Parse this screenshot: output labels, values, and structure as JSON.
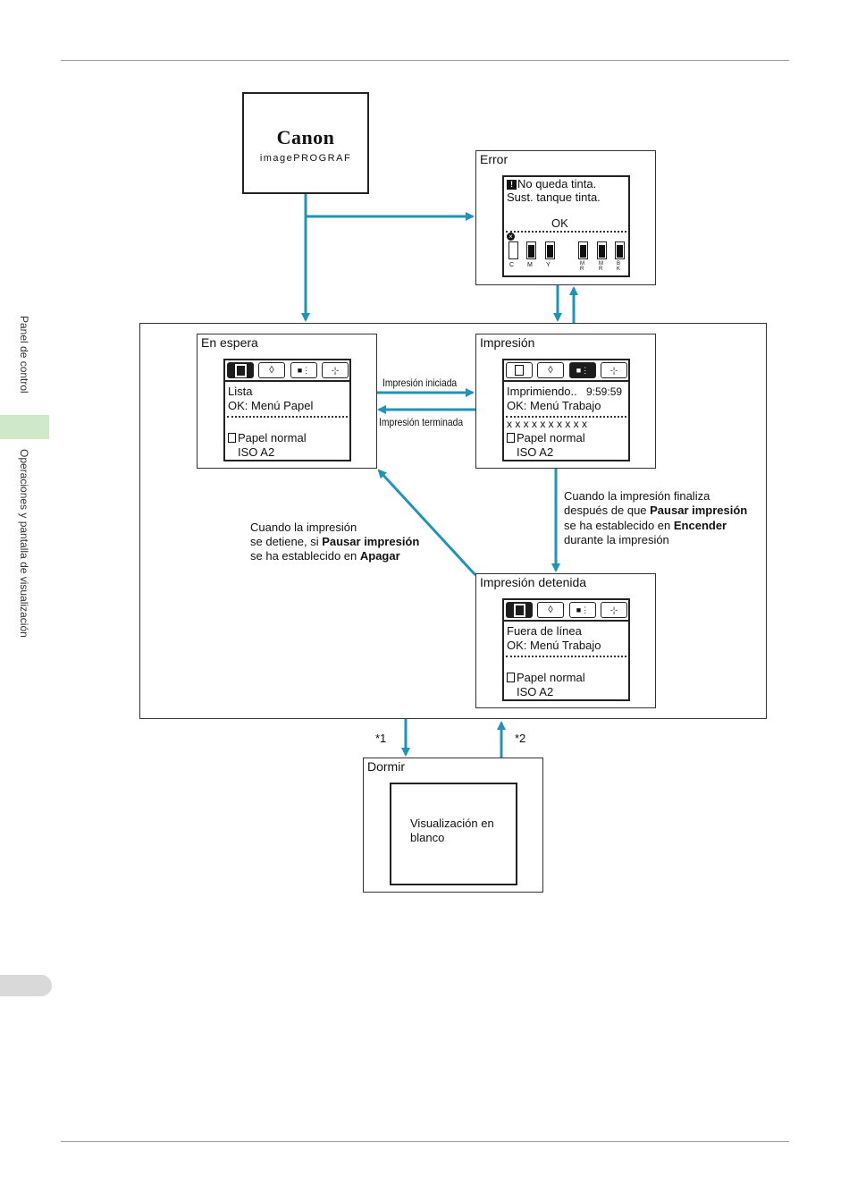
{
  "sidebar": {
    "section_label": "Panel de control",
    "chapter_label": "Operaciones y pantalla de visualización"
  },
  "logo": {
    "brand": "Canon",
    "product": "imagePROGRAF"
  },
  "error_panel": {
    "title": "Error",
    "message_line1": "No queda tinta.",
    "message_line2": "Sust. tanque tinta.",
    "ok_label": "OK",
    "ink_labels": [
      "C",
      "M",
      "Y",
      "M\nR",
      "M\nR",
      "B\nK"
    ]
  },
  "standby_panel": {
    "title": "En espera",
    "line1": "Lista",
    "line2": "OK: Menú Papel",
    "paper_type": "Papel normal",
    "paper_size": "ISO A2"
  },
  "printing_panel": {
    "title": "Impresión",
    "line1": "Imprimiendo..",
    "time": "9:59:59",
    "line2": "OK: Menú Trabajo",
    "job_name": "x x x x x x x x x x",
    "paper_type": "Papel normal",
    "paper_size": "ISO A2"
  },
  "stopped_panel": {
    "title": "Impresión detenida",
    "line1": "Fuera de línea",
    "line2": "OK: Menú Trabajo",
    "paper_type": "Papel normal",
    "paper_size": "ISO A2"
  },
  "sleep_panel": {
    "title": "Dormir",
    "screen_line1": "Visualización en",
    "screen_line2": "blanco"
  },
  "transitions": {
    "print_started": "Impresión iniciada",
    "print_finished": "Impresión terminada",
    "note1": "*1",
    "note2": "*2",
    "finish_note": {
      "l1": "Cuando la impresión finaliza",
      "l2a": "después de que ",
      "l2b": "Pausar impresión",
      "l3a": "se ha establecido en ",
      "l3b": "Encender",
      "l4": "durante la impresión"
    },
    "stop_note": {
      "l1": "Cuando la impresión",
      "l2a": "se detiene, si ",
      "l2b": "Pausar impresión",
      "l3a": "se ha establecido en ",
      "l3b": "Apagar"
    }
  },
  "colors": {
    "arrow": "#1f94b5",
    "tab_highlight": "#cfe8c8"
  }
}
